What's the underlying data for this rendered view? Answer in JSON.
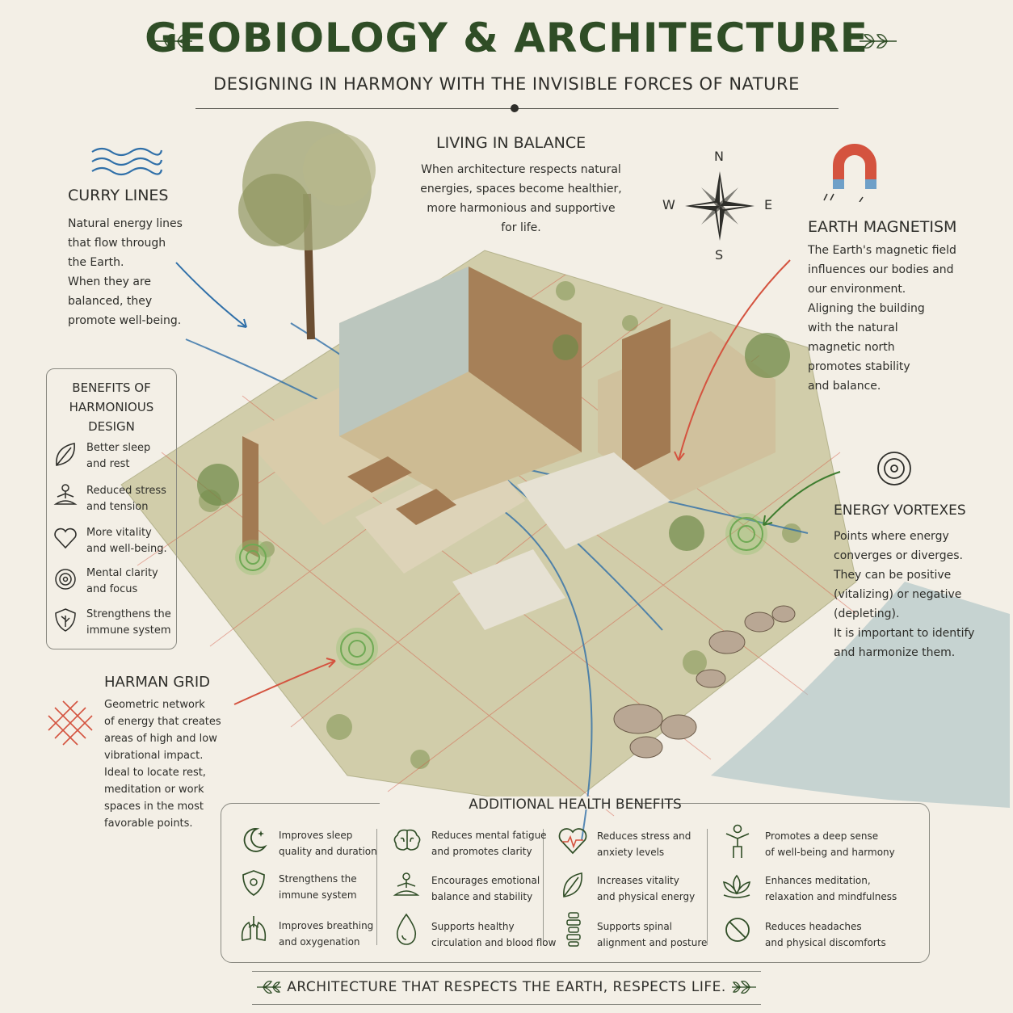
{
  "title": "GEOBIOLOGY & ARCHITECTURE",
  "subtitle": "DESIGNING IN HARMONY WITH THE INVISIBLE FORCES OF NATURE",
  "living": {
    "heading": "LIVING IN BALANCE",
    "lines": [
      "When architecture respects natural",
      "energies, spaces become healthier,",
      "more harmonious and supportive",
      "for life."
    ]
  },
  "compass": {
    "n": "N",
    "s": "S",
    "e": "E",
    "w": "W"
  },
  "curry": {
    "heading": "CURRY LINES",
    "lines": [
      "Natural energy lines",
      "that flow through",
      "the Earth.",
      "When they are",
      "balanced, they",
      "promote well-being."
    ]
  },
  "earth": {
    "heading": "EARTH MAGNETISM",
    "lines": [
      "The Earth's magnetic field",
      "influences our bodies and",
      "our environment.",
      "Aligning the building",
      "with the natural",
      "magnetic north",
      "promotes stability",
      "and balance."
    ]
  },
  "vortex": {
    "heading": "ENERGY VORTEXES",
    "lines": [
      "Points where energy",
      "converges or diverges.",
      "They can be positive",
      "(vitalizing) or negative",
      "(depleting).",
      "It is important to identify",
      "and harmonize them."
    ]
  },
  "harman": {
    "heading": "HARMAN GRID",
    "lines": [
      "Geometric network",
      "of energy that creates",
      "areas of high and low",
      "vibrational impact.",
      "Ideal to locate rest,",
      "meditation or work",
      "spaces in the most",
      "favorable points."
    ]
  },
  "benefits": {
    "heading": [
      "BENEFITS OF",
      "HARMONIOUS",
      "DESIGN"
    ],
    "items": [
      {
        "icon": "leaf-icon",
        "lines": [
          "Better sleep",
          "and rest"
        ]
      },
      {
        "icon": "meditation-icon",
        "lines": [
          "Reduced stress",
          "and tension"
        ]
      },
      {
        "icon": "heart-icon",
        "lines": [
          "More vitality",
          "and well-being."
        ]
      },
      {
        "icon": "target-icon",
        "lines": [
          "Mental clarity",
          "and focus"
        ]
      },
      {
        "icon": "shield-icon",
        "lines": [
          "Strengthens the",
          "immune system"
        ]
      }
    ]
  },
  "additional": {
    "heading": "ADDITIONAL HEALTH BENEFITS",
    "columns": [
      [
        {
          "icon": "moon-icon",
          "lines": [
            "Improves sleep",
            "quality and duration"
          ]
        },
        {
          "icon": "shield-icon",
          "lines": [
            "Strengthens the",
            "immune system"
          ]
        },
        {
          "icon": "lungs-icon",
          "lines": [
            "Improves breathing",
            "and oxygenation"
          ]
        }
      ],
      [
        {
          "icon": "brain-icon",
          "lines": [
            "Reduces mental fatigue",
            "and promotes clarity"
          ]
        },
        {
          "icon": "meditation-icon",
          "lines": [
            "Encourages emotional",
            "balance and stability"
          ]
        },
        {
          "icon": "drop-icon",
          "lines": [
            "Supports healthy",
            "circulation and blood flow"
          ]
        }
      ],
      [
        {
          "icon": "heartbeat-icon",
          "lines": [
            "Reduces stress and",
            "anxiety levels"
          ]
        },
        {
          "icon": "leaf-icon",
          "lines": [
            "Increases vitality",
            "and physical energy"
          ]
        },
        {
          "icon": "spine-icon",
          "lines": [
            "Supports spinal",
            "alignment and posture"
          ]
        }
      ],
      [
        {
          "icon": "person-icon",
          "lines": [
            "Promotes a deep sense",
            "of well-being and harmony"
          ]
        },
        {
          "icon": "lotus-icon",
          "lines": [
            "Enhances meditation,",
            "relaxation and mindfulness"
          ]
        },
        {
          "icon": "no-icon",
          "lines": [
            "Reduces headaches",
            "and physical discomforts"
          ]
        }
      ]
    ]
  },
  "footer": "ARCHITECTURE THAT RESPECTS THE EARTH, RESPECTS LIFE.",
  "colors": {
    "green": "#2f4d26",
    "red": "#d4533f",
    "blue": "#2f6fa8",
    "ground": "#c9c4a0",
    "wood": "#a27a52"
  }
}
